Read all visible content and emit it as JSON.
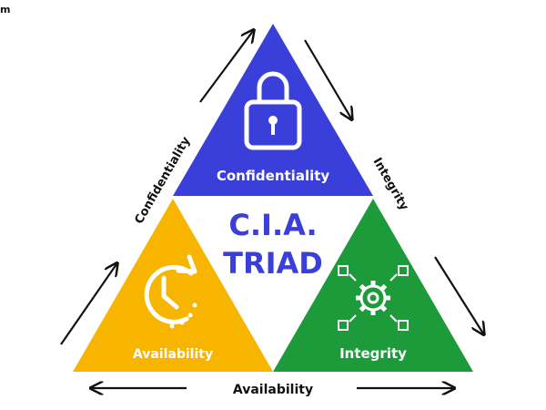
{
  "corner_mark": "m",
  "center": {
    "line1": "C.I.A.",
    "line2": "TRIAD"
  },
  "sections": {
    "confidentiality": {
      "label": "Confidentiality",
      "icon": "lock-icon"
    },
    "availability": {
      "label": "Availability",
      "icon": "clock-refresh-icon"
    },
    "integrity": {
      "label": "Integrity",
      "icon": "gear-network-icon"
    }
  },
  "edge_labels": {
    "left": "Confidentiality",
    "right": "Integrity",
    "bottom": "Availability"
  },
  "colors": {
    "confidentiality": "#3a3fd9",
    "availability": "#f7b500",
    "integrity": "#1d9a3a",
    "center_text": "#3a3fd9",
    "arrows": "#111111"
  }
}
